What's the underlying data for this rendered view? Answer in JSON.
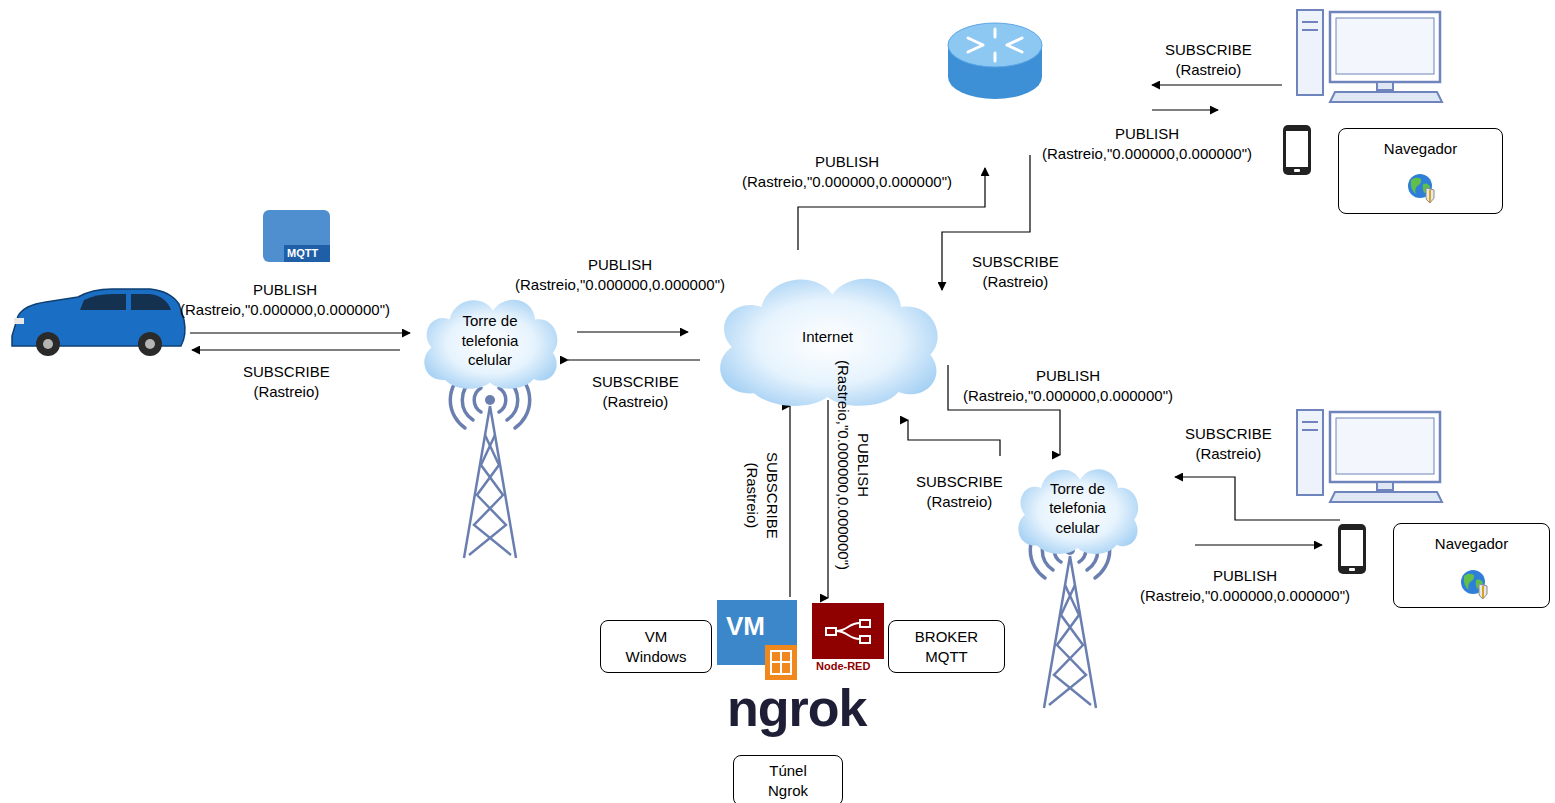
{
  "diagram": {
    "nodes": [
      {
        "text": [
          "Torre de telefonia celular"
        ]
      },
      {
        "text": [
          "Internet"
        ]
      },
      {
        "text": [
          "Navegador"
        ]
      },
      {
        "text": [
          "Torre de telefonia celular"
        ]
      },
      {
        "text": [
          "Navegador"
        ]
      },
      {
        "text": [
          "VM Windows"
        ]
      },
      {
        "text": [
          "BROKER MQTT"
        ]
      },
      {
        "text": [
          "Túnel Ngrok"
        ]
      }
    ],
    "edges": [
      {
        "from": 0,
        "to": 1,
        "arrow": "to",
        "label": "PUBLISH (Rastreio,\"0.000000,0.000000\")"
      },
      {
        "from": 1,
        "to": 0,
        "arrow": "to",
        "label": "SUBSCRIBE (Rastreio)"
      },
      {
        "from": 5,
        "to": 1,
        "arrow": "to",
        "label": "SUBSCRIBE (Rastreio)"
      },
      {
        "from": 1,
        "to": 6,
        "arrow": "to",
        "label": "PUBLISH (Rastreio,\"0.000000,0.000000\")"
      },
      {
        "from": 1,
        "to": 3,
        "arrow": "to",
        "label": "PUBLISH (Rastreio,\"0.000000,0.000000\")"
      },
      {
        "from": 3,
        "to": 1,
        "arrow": "to",
        "label": "SUBSCRIBE (Rastreio)"
      }
    ],
    "labels": [
      "SUBSCRIBE (Rastreio)",
      "PUBLISH (Rastreio,\"0.000000,0.000000\")",
      "PUBLISH (Rastreio,\"0.000000,0.000000\")",
      "MQTT",
      "SUBSCRIBE (Rastreio)",
      "PUBLISH (Rastreio,\"0.000000,0.000000\")",
      "SUBSCRIBE (Rastreio)",
      "SUBSCRIBE (Rastreio)",
      "PUBLISH (Rastreio,\"0.000000,0.000000\")",
      "VM",
      "Node-RED",
      "ngrok"
    ]
  }
}
